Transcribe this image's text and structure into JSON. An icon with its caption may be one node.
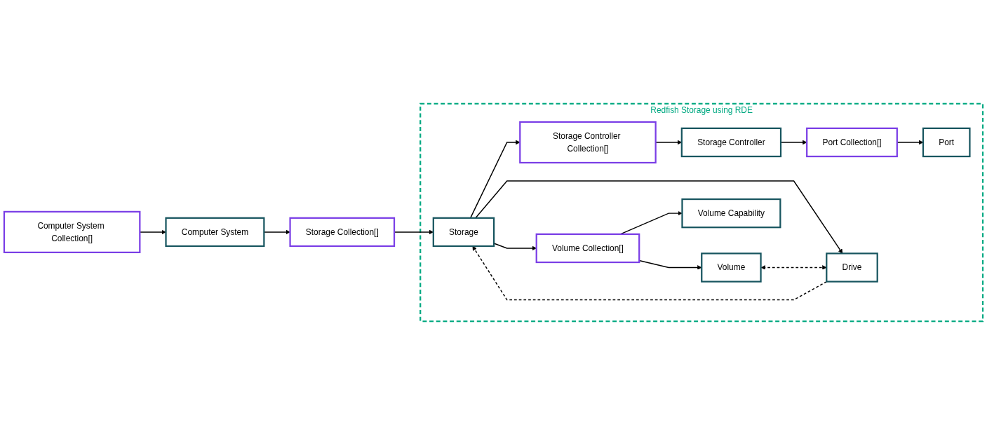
{
  "diagram": {
    "nodes": [
      {
        "text": [
          "Computer System Collection[]"
        ]
      },
      {
        "text": [
          "Computer System"
        ]
      },
      {
        "text": [
          "Storage Collection[]"
        ]
      },
      {
        "text": [
          "Redfish Storage using RDE"
        ]
      },
      {
        "text": [
          "Storage Controller Collection[]"
        ],
        "in": 3
      },
      {
        "text": [
          "Storage Controller"
        ],
        "in": 3
      },
      {
        "text": [
          "Port Collection[]"
        ],
        "in": 3
      },
      {
        "text": [
          "Port"
        ],
        "in": 3
      },
      {
        "text": [
          "Storage"
        ],
        "in": 3
      },
      {
        "text": [
          "Volume Collection[]"
        ],
        "in": 3
      },
      {
        "text": [
          "Volume"
        ],
        "in": 3
      },
      {
        "text": [
          "Volume Capability"
        ],
        "in": 3
      },
      {
        "text": [
          "Drive"
        ],
        "in": 3
      }
    ],
    "edges": [
      {
        "from": 0,
        "to": 1,
        "arrow": "to"
      },
      {
        "from": 1,
        "to": 2,
        "arrow": "to"
      },
      {
        "from": 2,
        "to": 8,
        "arrow": "to"
      },
      {
        "from": 8,
        "to": 4,
        "arrow": "to"
      },
      {
        "from": 8,
        "to": 9,
        "arrow": "to"
      },
      {
        "from": 4,
        "to": 5,
        "arrow": "to"
      },
      {
        "from": 5,
        "to": 6,
        "arrow": "to"
      },
      {
        "from": 6,
        "to": 7,
        "arrow": "to"
      },
      {
        "from": 9,
        "to": 10,
        "arrow": "to"
      },
      {
        "from": 9,
        "to": 11,
        "arrow": "to"
      },
      {
        "from": 8,
        "to": 12,
        "arrow": "to"
      },
      {
        "from": 12,
        "to": 8,
        "arrow": "to",
        "style": "dashed"
      },
      {
        "from": 10,
        "to": 12,
        "arrow": "both",
        "style": "dashed"
      }
    ]
  }
}
